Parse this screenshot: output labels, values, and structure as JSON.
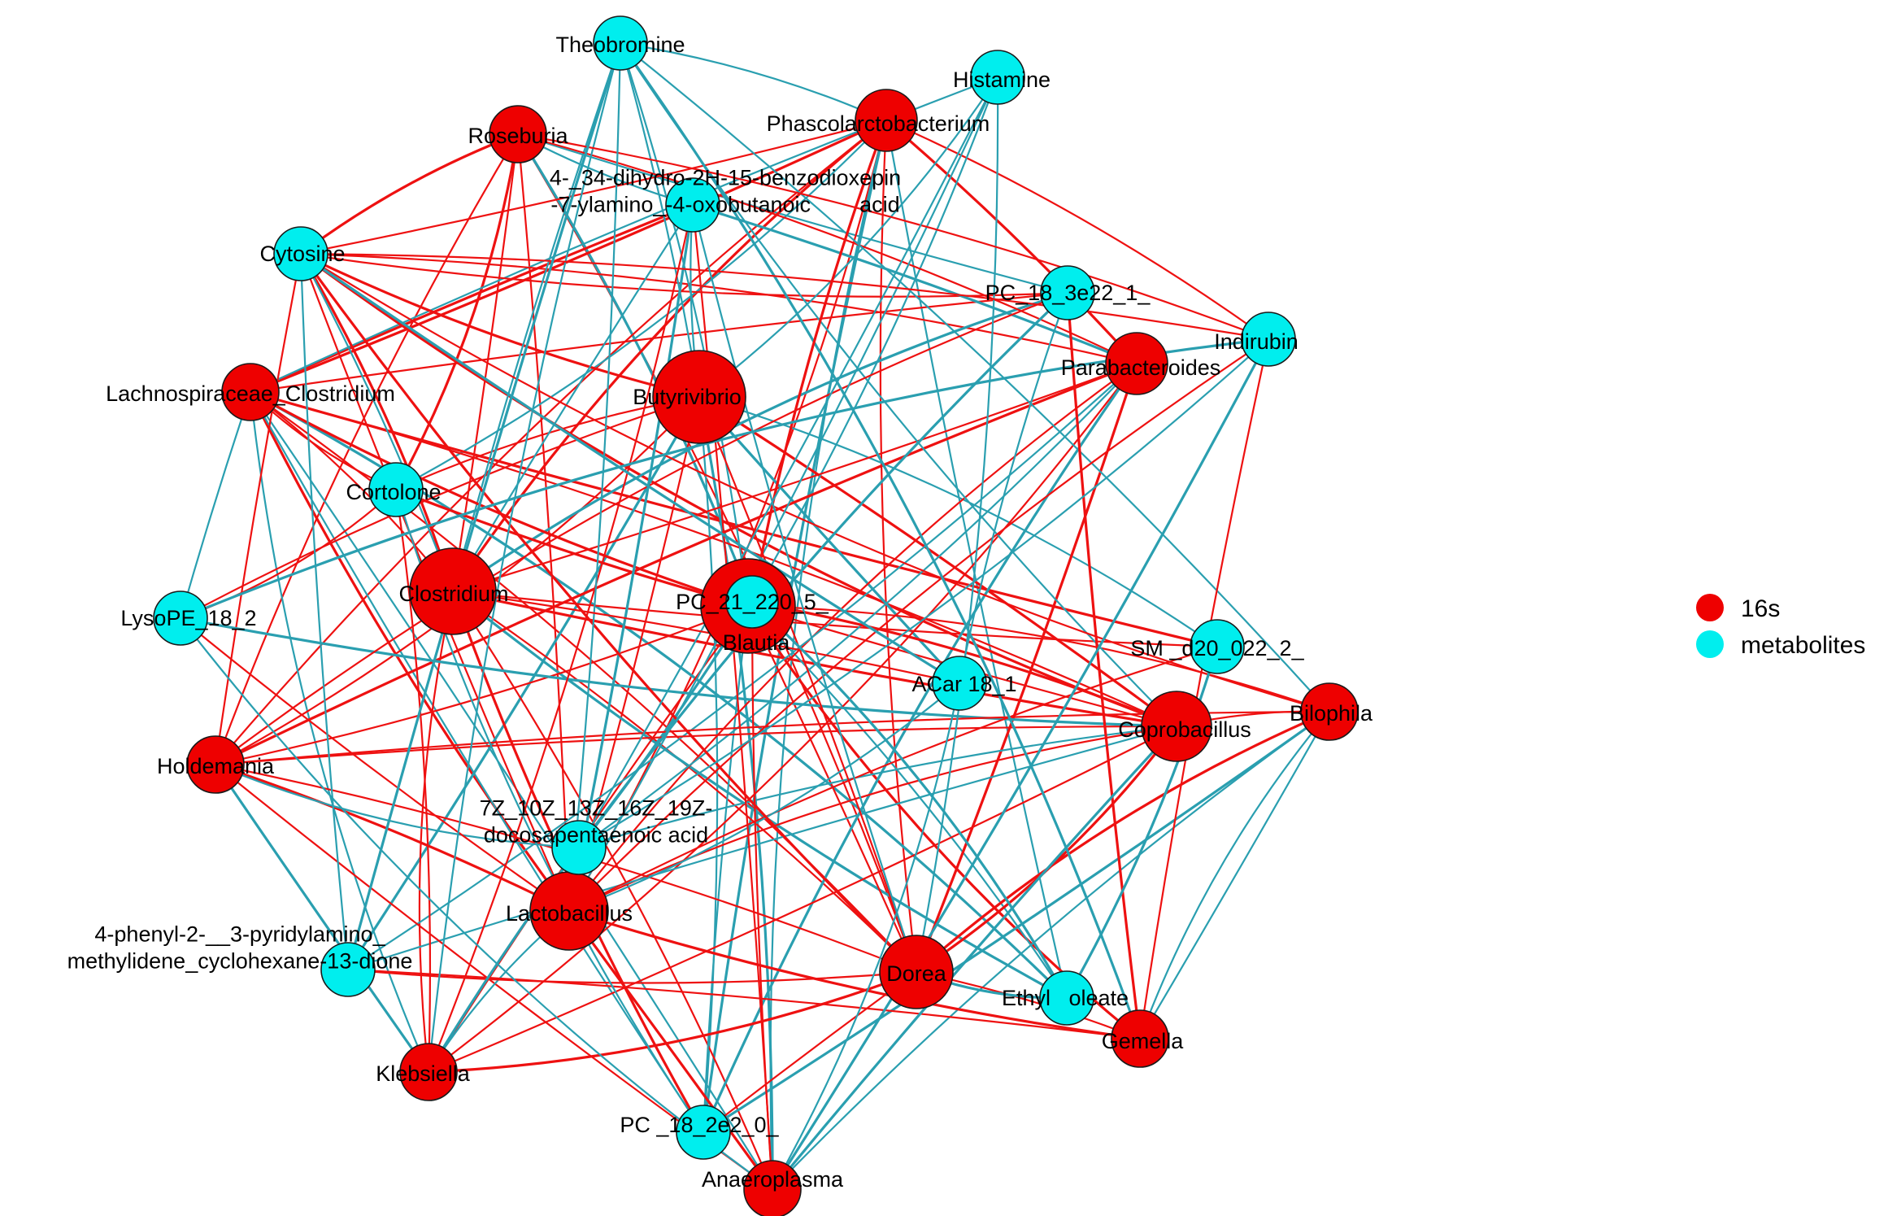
{
  "colors": {
    "sixteen_s": "#ee0000",
    "metabolites": "#00eeee",
    "edge_red": "#ee1111",
    "edge_teal": "#2a9fb0"
  },
  "legend": {
    "items": [
      {
        "label": "16s",
        "group": "16s"
      },
      {
        "label": "metabolites",
        "group": "metabolites"
      }
    ]
  },
  "nodes": [
    {
      "id": "theobromine",
      "label": "Theobromine",
      "group": "metabolites"
    },
    {
      "id": "histamine",
      "label": "Histamine",
      "group": "metabolites"
    },
    {
      "id": "roseburia",
      "label": "Roseburia",
      "group": "16s"
    },
    {
      "id": "phascolarctobacterium",
      "label": "Phascolarctobacterium",
      "group": "16s"
    },
    {
      "id": "benzodioxepin",
      "label": "4-_34-dihydro-2H-15-benzodioxepin\n-7-ylamino_-4-oxobutanoic        acid",
      "group": "metabolites"
    },
    {
      "id": "cytosine",
      "label": "Cytosine",
      "group": "metabolites"
    },
    {
      "id": "pc_18_3e22_1",
      "label": "PC_18_3e22_1_",
      "group": "metabolites"
    },
    {
      "id": "indirubin",
      "label": "Indirubin",
      "group": "metabolites"
    },
    {
      "id": "parabacteroides",
      "label": "Parabacteroides",
      "group": "16s"
    },
    {
      "id": "lachnospiraceae_clostridium",
      "label": "Lachnospiraceae_Clostridium",
      "group": "16s"
    },
    {
      "id": "butyrivibrio",
      "label": "Butyrivibrio",
      "group": "16s"
    },
    {
      "id": "cortolone",
      "label": "Cortolone",
      "group": "metabolites"
    },
    {
      "id": "lysope_18_2",
      "label": "LysoPE_18_2",
      "group": "metabolites"
    },
    {
      "id": "clostridium",
      "label": "Clostridium",
      "group": "16s"
    },
    {
      "id": "blautia",
      "label": "Blautia",
      "group": "16s"
    },
    {
      "id": "pc_21_220_5",
      "label": "PC_21_220_5_",
      "group": "metabolites"
    },
    {
      "id": "sm_d20_022_2",
      "label": "SM _d20_022_2_",
      "group": "metabolites"
    },
    {
      "id": "acar_18_1",
      "label": "ACar 18_1",
      "group": "metabolites"
    },
    {
      "id": "coprobacillus",
      "label": "Coprobacillus",
      "group": "16s"
    },
    {
      "id": "bilophila",
      "label": "Bilophila",
      "group": "16s"
    },
    {
      "id": "holdemania",
      "label": "Holdemania",
      "group": "16s"
    },
    {
      "id": "docosapentaenoic",
      "label": "7Z_10Z_13Z_16Z_19Z-\ndocosapentaenoic acid",
      "group": "metabolites"
    },
    {
      "id": "lactobacillus",
      "label": "Lactobacillus",
      "group": "16s"
    },
    {
      "id": "phenyl_cyclohexane",
      "label": "4-phenyl-2-__3-pyridylamino_\nmethylidene_cyclohexane-13-dione",
      "group": "metabolites"
    },
    {
      "id": "dorea",
      "label": "Dorea",
      "group": "16s"
    },
    {
      "id": "ethyl_oleate",
      "label": "Ethyl   oleate",
      "group": "metabolites"
    },
    {
      "id": "gemella",
      "label": "Gemella",
      "group": "16s"
    },
    {
      "id": "klebsiella",
      "label": "Klebsiella",
      "group": "16s"
    },
    {
      "id": "pc_18_2e2_0",
      "label": "PC _18_2e2_0_",
      "group": "metabolites"
    },
    {
      "id": "anaeroplasma",
      "label": "Anaeroplasma",
      "group": "16s"
    }
  ],
  "edges": [
    [
      "roseburia",
      "cortolone",
      "red"
    ],
    [
      "roseburia",
      "clostridium",
      "red"
    ],
    [
      "roseburia",
      "lactobacillus",
      "red"
    ],
    [
      "roseburia",
      "cytosine",
      "red"
    ],
    [
      "roseburia",
      "holdemania",
      "red"
    ],
    [
      "roseburia",
      "dorea",
      "red"
    ],
    [
      "roseburia",
      "pc_21_220_5",
      "teal"
    ],
    [
      "roseburia",
      "benzodioxepin",
      "teal"
    ],
    [
      "roseburia",
      "pc_18_3e22_1",
      "teal"
    ],
    [
      "phascolarctobacterium",
      "clostridium",
      "red"
    ],
    [
      "phascolarctobacterium",
      "lactobacillus",
      "red"
    ],
    [
      "phascolarctobacterium",
      "cytosine",
      "red"
    ],
    [
      "phascolarctobacterium",
      "lachnospiraceae_clostridium",
      "red"
    ],
    [
      "phascolarctobacterium",
      "dorea",
      "red"
    ],
    [
      "phascolarctobacterium",
      "holdemania",
      "red"
    ],
    [
      "phascolarctobacterium",
      "parabacteroides",
      "red"
    ],
    [
      "phascolarctobacterium",
      "indirubin",
      "red"
    ],
    [
      "phascolarctobacterium",
      "ethyl_oleate",
      "teal"
    ],
    [
      "phascolarctobacterium",
      "pc_18_2e2_0",
      "teal"
    ],
    [
      "phascolarctobacterium",
      "anaeroplasma",
      "teal"
    ],
    [
      "phascolarctobacterium",
      "cortolone",
      "teal"
    ],
    [
      "lachnospiraceae_clostridium",
      "benzodioxepin",
      "red"
    ],
    [
      "lachnospiraceae_clostridium",
      "pc_18_3e22_1",
      "red"
    ],
    [
      "lachnospiraceae_clostridium",
      "cortolone",
      "red"
    ],
    [
      "lachnospiraceae_clostridium",
      "lactobacillus",
      "red"
    ],
    [
      "lachnospiraceae_clostridium",
      "dorea",
      "red"
    ],
    [
      "lachnospiraceae_clostridium",
      "coprobacillus",
      "red"
    ],
    [
      "lachnospiraceae_clostridium",
      "sm_d20_022_2",
      "red"
    ],
    [
      "lachnospiraceae_clostridium",
      "pc_18_2e2_0",
      "teal"
    ],
    [
      "lachnospiraceae_clostridium",
      "klebsiella",
      "teal"
    ],
    [
      "lachnospiraceae_clostridium",
      "ethyl_oleate",
      "teal"
    ],
    [
      "lachnospiraceae_clostridium",
      "histamine",
      "teal"
    ],
    [
      "lachnospiraceae_clostridium",
      "anaeroplasma",
      "teal"
    ],
    [
      "cytosine",
      "butyrivibrio",
      "red"
    ],
    [
      "cytosine",
      "pc_18_3e22_1",
      "red"
    ],
    [
      "cytosine",
      "parabacteroides",
      "red"
    ],
    [
      "cytosine",
      "clostridium",
      "red"
    ],
    [
      "cytosine",
      "lactobacillus",
      "red"
    ],
    [
      "cytosine",
      "holdemania",
      "red"
    ],
    [
      "cytosine",
      "coprobacillus",
      "red"
    ],
    [
      "butyrivibrio",
      "holdemania",
      "red"
    ],
    [
      "butyrivibrio",
      "lactobacillus",
      "red"
    ],
    [
      "butyrivibrio",
      "coprobacillus",
      "red"
    ],
    [
      "butyrivibrio",
      "cortolone",
      "red"
    ],
    [
      "butyrivibrio",
      "lysope_18_2",
      "red"
    ],
    [
      "butyrivibrio",
      "anaeroplasma",
      "teal"
    ],
    [
      "butyrivibrio",
      "pc_18_2e2_0",
      "teal"
    ],
    [
      "butyrivibrio",
      "theobromine",
      "teal"
    ],
    [
      "butyrivibrio",
      "acar_18_1",
      "teal"
    ],
    [
      "butyrivibrio",
      "histamine",
      "teal"
    ],
    [
      "butyrivibrio",
      "sm_d20_022_2",
      "teal"
    ],
    [
      "butyrivibrio",
      "phenyl_cyclohexane",
      "teal"
    ],
    [
      "butyrivibrio",
      "benzodioxepin",
      "teal"
    ],
    [
      "clostridium",
      "lachnospiraceae_clostridium",
      "red"
    ],
    [
      "clostridium",
      "pc_18_2e2_0",
      "red"
    ],
    [
      "clostridium",
      "anaeroplasma",
      "red"
    ],
    [
      "clostridium",
      "dorea",
      "red"
    ],
    [
      "clostridium",
      "coprobacillus",
      "red"
    ],
    [
      "clostridium",
      "sm_d20_022_2",
      "red"
    ],
    [
      "clostridium",
      "klebsiella",
      "red"
    ],
    [
      "clostridium",
      "pc_18_3e22_1",
      "teal"
    ],
    [
      "clostridium",
      "benzodioxepin",
      "teal"
    ],
    [
      "clostridium",
      "theobromine",
      "teal"
    ],
    [
      "clostridium",
      "ethyl_oleate",
      "teal"
    ],
    [
      "clostridium",
      "cytosine",
      "teal"
    ],
    [
      "blautia",
      "holdemania",
      "red"
    ],
    [
      "blautia",
      "lachnospiraceae_clostridium",
      "red"
    ],
    [
      "blautia",
      "klebsiella",
      "red"
    ],
    [
      "blautia",
      "coprobacillus",
      "red"
    ],
    [
      "blautia",
      "gemella",
      "red"
    ],
    [
      "blautia",
      "bilophila",
      "red"
    ],
    [
      "blautia",
      "dorea",
      "red"
    ],
    [
      "blautia",
      "cortolone",
      "red"
    ],
    [
      "blautia",
      "theobromine",
      "teal"
    ],
    [
      "blautia",
      "histamine",
      "teal"
    ],
    [
      "blautia",
      "docosapentaenoic",
      "teal"
    ],
    [
      "blautia",
      "ethyl_oleate",
      "teal"
    ],
    [
      "blautia",
      "pc_18_2e2_0",
      "teal"
    ],
    [
      "parabacteroides",
      "holdemania",
      "red"
    ],
    [
      "parabacteroides",
      "lactobacillus",
      "red"
    ],
    [
      "parabacteroides",
      "klebsiella",
      "red"
    ],
    [
      "parabacteroides",
      "dorea",
      "red"
    ],
    [
      "parabacteroides",
      "clostridium",
      "red"
    ],
    [
      "parabacteroides",
      "roseburia",
      "red"
    ],
    [
      "parabacteroides",
      "pc_18_2e2_0",
      "teal"
    ],
    [
      "parabacteroides",
      "docosapentaenoic",
      "teal"
    ],
    [
      "parabacteroides",
      "phenyl_cyclohexane",
      "teal"
    ],
    [
      "parabacteroides",
      "benzodioxepin",
      "teal"
    ],
    [
      "coprobacillus",
      "holdemania",
      "red"
    ],
    [
      "coprobacillus",
      "lactobacillus",
      "red"
    ],
    [
      "coprobacillus",
      "dorea",
      "red"
    ],
    [
      "coprobacillus",
      "klebsiella",
      "red"
    ],
    [
      "coprobacillus",
      "bilophila",
      "red"
    ],
    [
      "coprobacillus",
      "pc_21_220_5",
      "red"
    ],
    [
      "coprobacillus",
      "docosapentaenoic",
      "teal"
    ],
    [
      "coprobacillus",
      "theobromine",
      "teal"
    ],
    [
      "coprobacillus",
      "lysope_18_2",
      "teal"
    ],
    [
      "coprobacillus",
      "phenyl_cyclohexane",
      "teal"
    ],
    [
      "bilophila",
      "holdemania",
      "red"
    ],
    [
      "bilophila",
      "dorea",
      "red"
    ],
    [
      "bilophila",
      "cytosine",
      "red"
    ],
    [
      "bilophila",
      "gemella",
      "teal"
    ],
    [
      "bilophila",
      "pc_18_2e2_0",
      "teal"
    ],
    [
      "bilophila",
      "theobromine",
      "teal"
    ],
    [
      "bilophila",
      "anaeroplasma",
      "teal"
    ],
    [
      "holdemania",
      "lactobacillus",
      "red"
    ],
    [
      "holdemania",
      "dorea",
      "red"
    ],
    [
      "holdemania",
      "anaeroplasma",
      "red"
    ],
    [
      "holdemania",
      "klebsiella",
      "teal"
    ],
    [
      "holdemania",
      "docosapentaenoic",
      "teal"
    ],
    [
      "holdemania",
      "pc_18_3e22_1",
      "red"
    ],
    [
      "lactobacillus",
      "anaeroplasma",
      "red"
    ],
    [
      "lactobacillus",
      "lysope_18_2",
      "red"
    ],
    [
      "lactobacillus",
      "klebsiella",
      "teal"
    ],
    [
      "lactobacillus",
      "gemella",
      "red"
    ],
    [
      "lactobacillus",
      "indirubin",
      "red"
    ],
    [
      "lactobacillus",
      "sm_d20_022_2",
      "red"
    ],
    [
      "lactobacillus",
      "benzodioxepin",
      "teal"
    ],
    [
      "lactobacillus",
      "histamine",
      "teal"
    ],
    [
      "lactobacillus",
      "acar_18_1",
      "teal"
    ],
    [
      "dorea",
      "klebsiella",
      "red"
    ],
    [
      "dorea",
      "pc_18_2e2_0",
      "red"
    ],
    [
      "dorea",
      "gemella",
      "red"
    ],
    [
      "dorea",
      "ethyl_oleate",
      "teal"
    ],
    [
      "dorea",
      "histamine",
      "teal"
    ],
    [
      "dorea",
      "phenyl_cyclohexane",
      "red"
    ],
    [
      "dorea",
      "cytosine",
      "red"
    ],
    [
      "dorea",
      "butyrivibrio",
      "red"
    ],
    [
      "gemella",
      "phenyl_cyclohexane",
      "red"
    ],
    [
      "gemella",
      "theobromine",
      "teal"
    ],
    [
      "gemella",
      "bilophila",
      "teal"
    ],
    [
      "gemella",
      "indirubin",
      "red"
    ],
    [
      "gemella",
      "pc_18_3e22_1",
      "red"
    ],
    [
      "klebsiella",
      "benzodioxepin",
      "red"
    ],
    [
      "klebsiella",
      "cortolone",
      "red"
    ],
    [
      "klebsiella",
      "docosapentaenoic",
      "teal"
    ],
    [
      "klebsiella",
      "theobromine",
      "teal"
    ],
    [
      "anaeroplasma",
      "benzodioxepin",
      "red"
    ],
    [
      "anaeroplasma",
      "indirubin",
      "teal"
    ],
    [
      "anaeroplasma",
      "acar_18_1",
      "teal"
    ],
    [
      "anaeroplasma",
      "lysope_18_2",
      "teal"
    ],
    [
      "anaeroplasma",
      "coprobacillus",
      "teal"
    ],
    [
      "anaeroplasma",
      "pc_21_220_5",
      "red"
    ],
    [
      "phascolarctobacterium",
      "theobromine",
      "teal"
    ],
    [
      "phascolarctobacterium",
      "pc_21_220_5",
      "red"
    ],
    [
      "roseburia",
      "indirubin",
      "red"
    ],
    [
      "cytosine",
      "indirubin",
      "red"
    ],
    [
      "cytosine",
      "acar_18_1",
      "teal"
    ],
    [
      "lysope_18_2",
      "lachnospiraceae_clostridium",
      "teal"
    ],
    [
      "lysope_18_2",
      "cortolone",
      "red"
    ],
    [
      "lysope_18_2",
      "indirubin",
      "teal"
    ],
    [
      "theobromine",
      "lactobacillus",
      "teal"
    ],
    [
      "histamine",
      "docosapentaenoic",
      "teal"
    ],
    [
      "pc_18_3e22_1",
      "docosapentaenoic",
      "teal"
    ],
    [
      "pc_18_3e22_1",
      "acar_18_1",
      "teal"
    ],
    [
      "indirubin",
      "docosapentaenoic",
      "teal"
    ],
    [
      "sm_d20_022_2",
      "ethyl_oleate",
      "teal"
    ],
    [
      "acar_18_1",
      "clostridium",
      "red"
    ],
    [
      "benzodioxepin",
      "dorea",
      "teal"
    ],
    [
      "ethyl_oleate",
      "pc_21_220_5",
      "teal"
    ],
    [
      "pc_18_2e2_0",
      "cortolone",
      "teal"
    ],
    [
      "phenyl_cyclohexane",
      "cytosine",
      "teal"
    ],
    [
      "phenyl_cyclohexane",
      "theobromine",
      "teal"
    ]
  ]
}
